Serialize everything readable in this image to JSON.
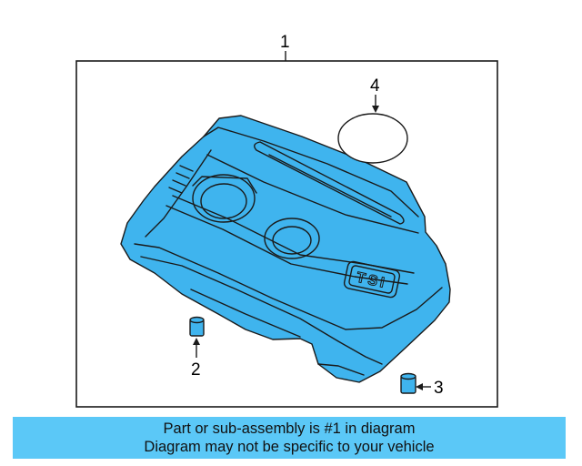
{
  "diagram": {
    "callouts": [
      {
        "id": "1",
        "label": "1"
      },
      {
        "id": "2",
        "label": "2"
      },
      {
        "id": "3",
        "label": "3"
      },
      {
        "id": "4",
        "label": "4"
      }
    ],
    "emblem_text": "TSI",
    "part_color": "#3fb4ee",
    "line_color": "#1a1a1a"
  },
  "banner": {
    "line1": "Part or sub-assembly is #1 in diagram",
    "line2": "Diagram may not be specific to your vehicle",
    "background": "#5bc8f7"
  }
}
